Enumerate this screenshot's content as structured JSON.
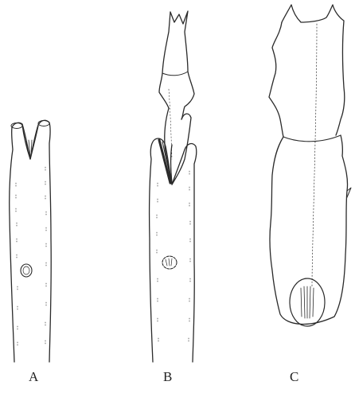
{
  "figure": {
    "panels": [
      {
        "id": "a",
        "label": "A"
      },
      {
        "id": "b",
        "label": "B"
      },
      {
        "id": "c",
        "label": "C"
      }
    ],
    "colors": {
      "ink": "#2a2a2a",
      "paper": "#ffffff"
    }
  }
}
